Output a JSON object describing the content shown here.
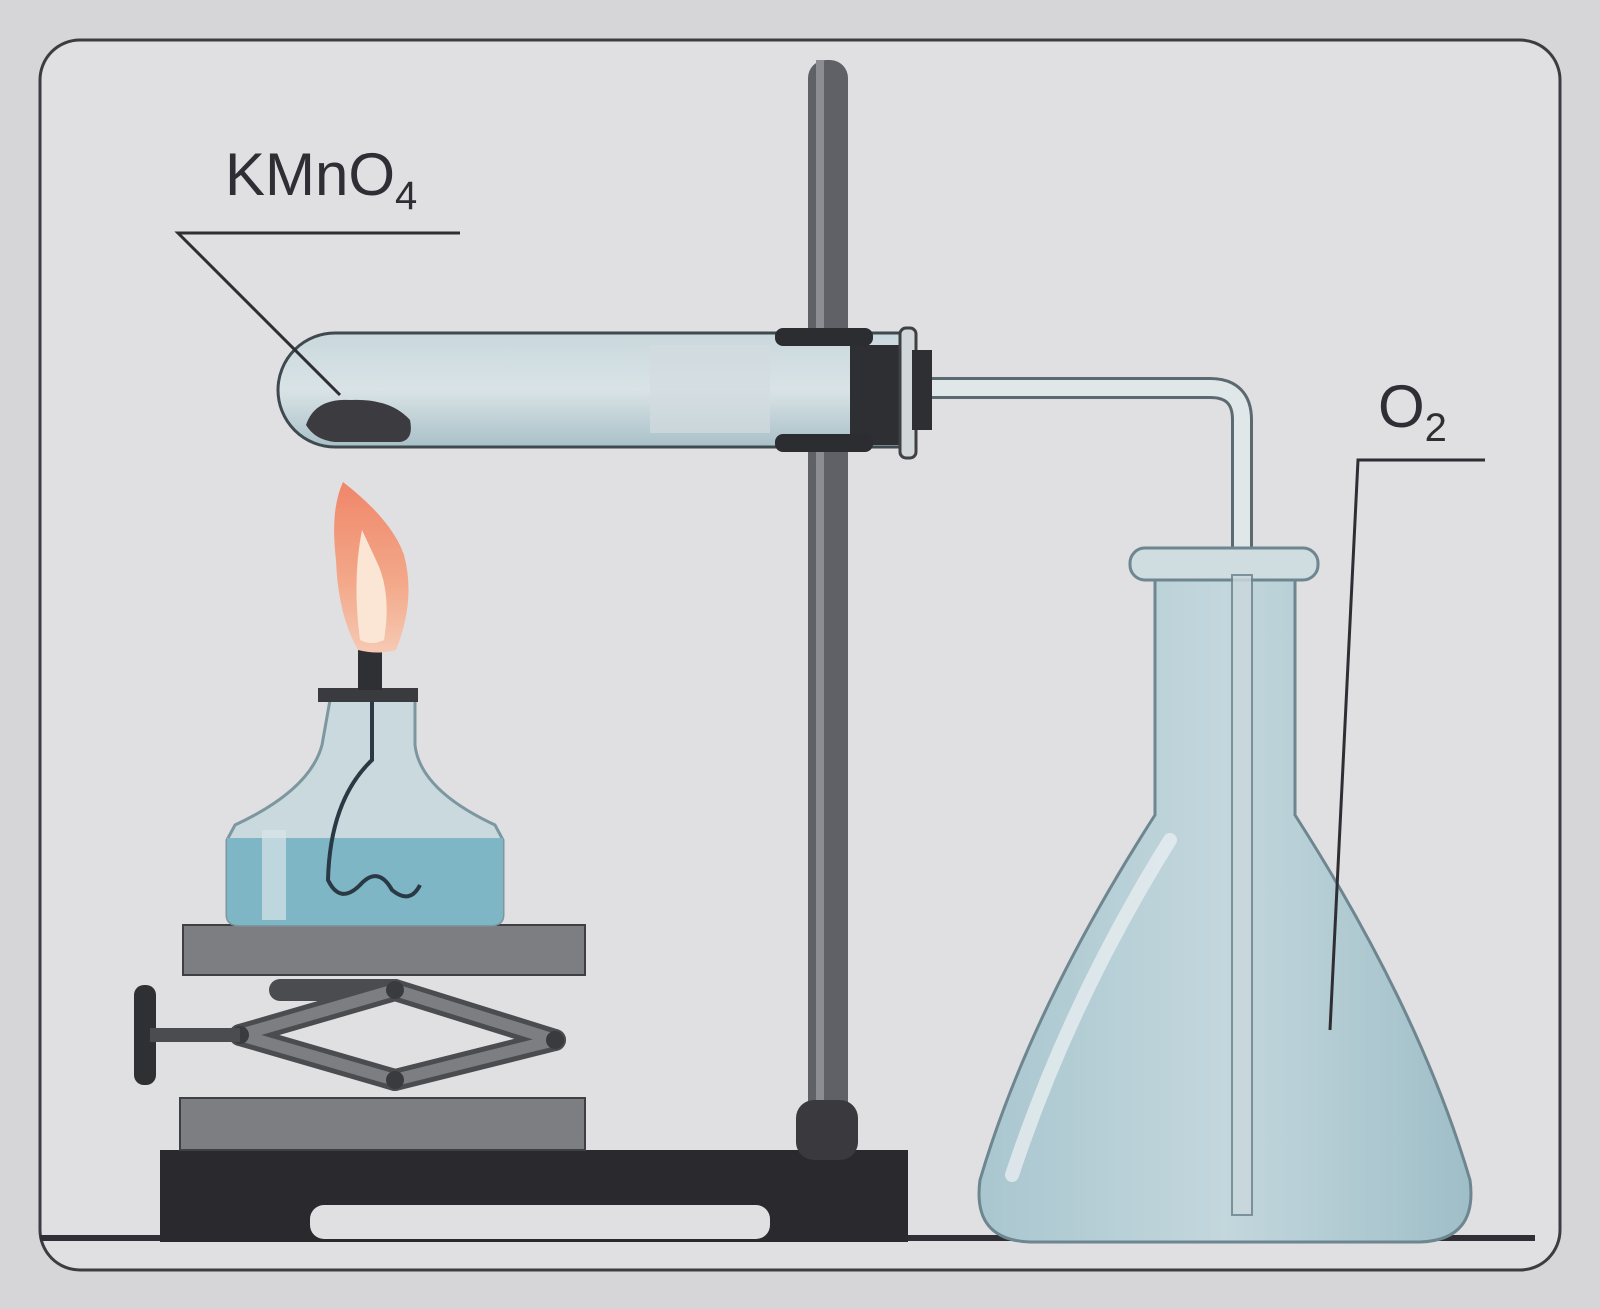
{
  "labels": {
    "reagent_main": "KMnO",
    "reagent_sub": "4",
    "gas_main": "O",
    "gas_sub": "2"
  },
  "colors": {
    "background": "#d6d6d9",
    "panel": "#e2e1e4",
    "glass": "#b9cdd4",
    "liquid": "#7fb6c6",
    "stand": "#5a5c60",
    "base": "#2a2a2e",
    "flame_outer": "#f09a7c",
    "flame_inner": "#fbe7d6",
    "powder": "#3b3b40"
  },
  "icons": {
    "burner": "alcohol-lamp-icon",
    "lab_jack": "scissor-lift-icon",
    "flask": "erlenmeyer-flask-icon",
    "test_tube": "test-tube-icon"
  }
}
